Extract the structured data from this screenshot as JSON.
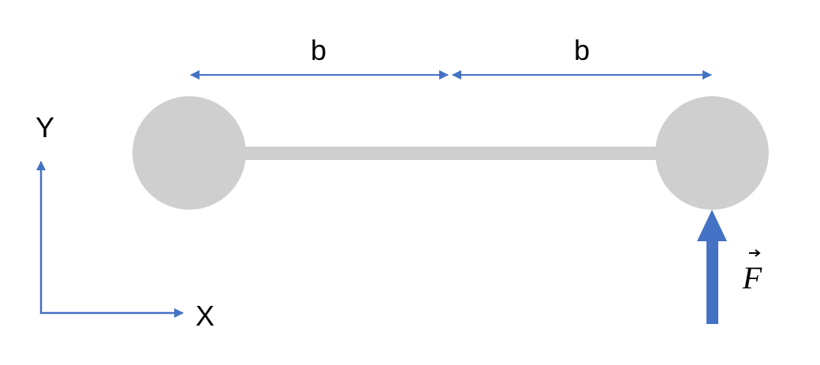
{
  "labels": {
    "dimension_left": "b",
    "dimension_right": "b",
    "axis_y": "Y",
    "axis_x": "X",
    "force": "F"
  },
  "colors": {
    "mass": "#d0cfcf",
    "rod": "#d0cfcf",
    "arrow": "#4472c4",
    "text": "#000000"
  }
}
